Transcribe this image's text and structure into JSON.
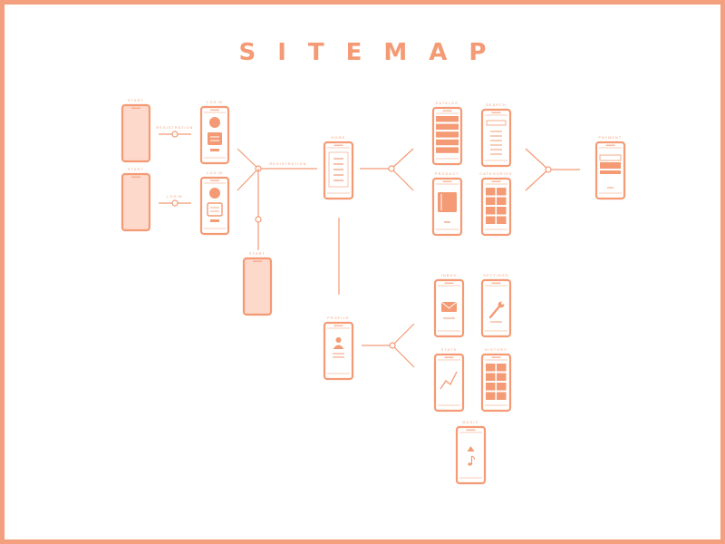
{
  "title": "SITEMAP",
  "colors": {
    "accent": "#f49a74",
    "accent_fill": "#fdd9cb",
    "background": "#ffffff",
    "border": "#f4a07e"
  },
  "screen_labels": {
    "start_1": "START",
    "start_2": "START",
    "login_1": "LOGIN",
    "login_2": "LOGIN",
    "start_3": "START",
    "home": "HOME",
    "catalog": "CATALOG",
    "search": "SEARCH",
    "product": "PRODUCT",
    "categories": "CATEGORIES",
    "profile": "PROFILE",
    "payment": "PAYMENT",
    "inbox": "INBOX",
    "settings": "SETTINGS",
    "stats": "STATS",
    "history": "HISTORY",
    "music": "MUSIC"
  },
  "edge_labels": {
    "registration": "REGISTRATION",
    "login": "LOGIN",
    "registration_2": "REGISTRATION"
  },
  "icons": {
    "avatar": "user-circle-icon",
    "mail": "envelope-icon",
    "tools": "wrench-icon",
    "chart": "line-chart-icon",
    "music": "music-note-icon"
  }
}
